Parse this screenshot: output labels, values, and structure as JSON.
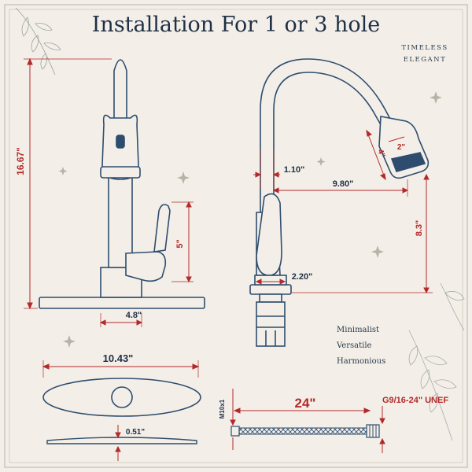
{
  "title": "Installation For 1 or 3 hole",
  "tagline": {
    "line1": "TIMELESS",
    "line2": "ELEGANT"
  },
  "features": [
    "Minimalist",
    "Versatile",
    "Harmonious"
  ],
  "dimensions": {
    "height": "16.67\"",
    "handle_height": "5\"",
    "base_width": "4.8\"",
    "spout_offset": "1.10\"",
    "reach": "9.80\"",
    "head_length": "4\"",
    "head_width": "2\"",
    "spout_drop": "8.3\"",
    "base_diameter": "2.20\"",
    "plate_width": "10.43\"",
    "plate_thickness": "0.51\"",
    "hose_length": "24\"",
    "hose_thread_left": "M10x1",
    "hose_thread_right": "G9/16-24\" UNEF"
  },
  "colors": {
    "background": "#f3efe8",
    "line": "#2e4d6e",
    "dimension": "#b32a2a",
    "text_dark": "#1f2f45"
  }
}
